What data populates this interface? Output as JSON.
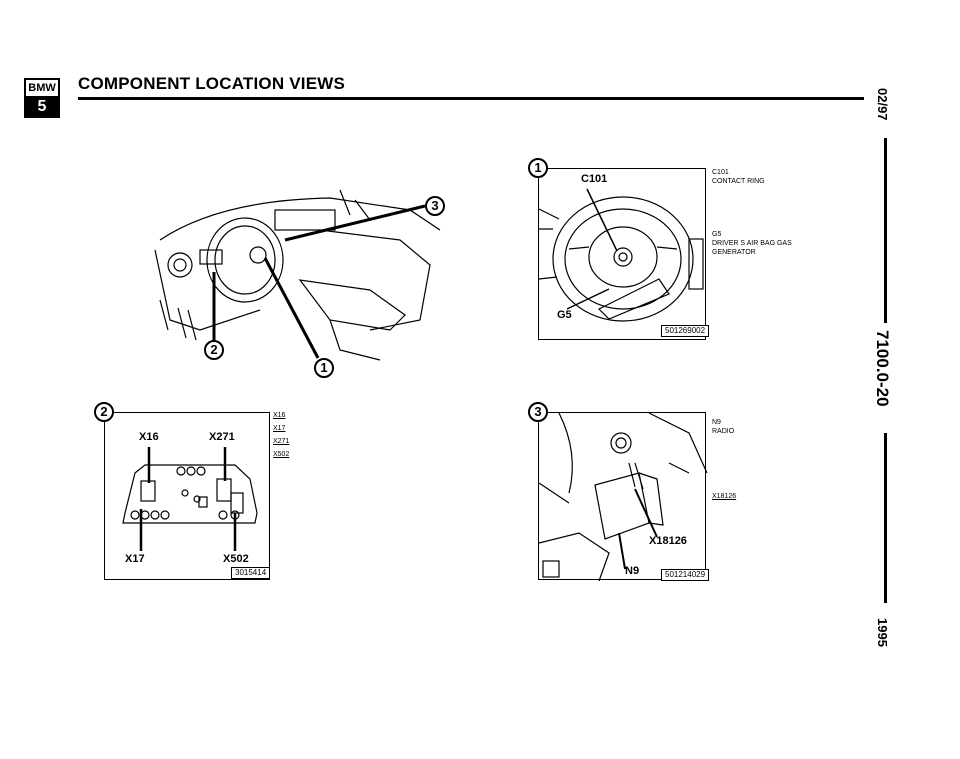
{
  "header": {
    "logo_top": "BMW",
    "logo_bottom": "5",
    "title": "COMPONENT LOCATION VIEWS"
  },
  "side": {
    "date": "02/97",
    "section": "7100.0-20",
    "year": "1995"
  },
  "figures": {
    "overview": {
      "callouts": [
        "3",
        "2",
        "1"
      ]
    },
    "fig1": {
      "callout": "1",
      "labels": [
        "C101",
        "G5"
      ],
      "legend": [
        {
          "code": "C101",
          "desc": "CONTACT RING"
        },
        {
          "code": "G5",
          "desc": "DRIVER S AIR BAG GAS GENERATOR"
        }
      ],
      "image_code": "501269002"
    },
    "fig2": {
      "callout": "2",
      "labels": [
        "X16",
        "X271",
        "X17",
        "X502"
      ],
      "legend": [
        "X16",
        "X17",
        "X271",
        "X502"
      ],
      "image_code": "3015414"
    },
    "fig3": {
      "callout": "3",
      "labels": [
        "X18126",
        "N9"
      ],
      "legend": [
        {
          "code": "N9",
          "desc": "RADIO"
        },
        {
          "code": "X18126",
          "desc": ""
        }
      ],
      "image_code": "501214029"
    }
  }
}
